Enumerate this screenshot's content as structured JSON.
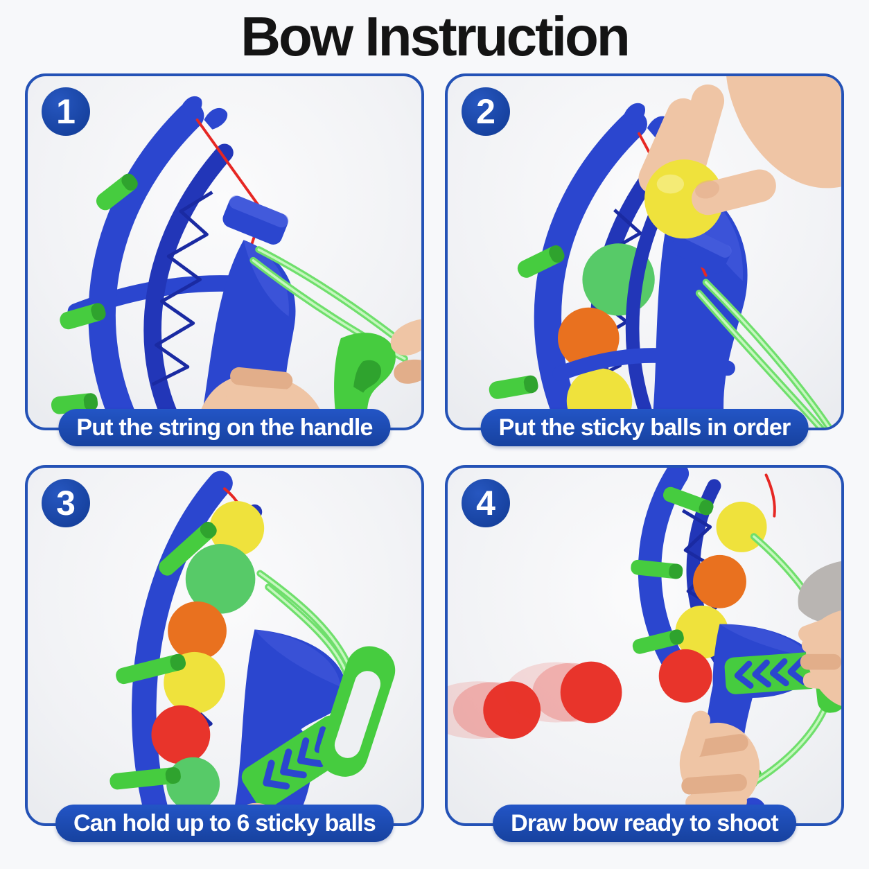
{
  "page_title": "Bow Instruction",
  "steps": [
    {
      "number": "1",
      "caption": "Put the string on the handle",
      "photo_alt": "Hand stretching the green elastic string of the blue toy bow onto the green handle; red string tied at the bow tip"
    },
    {
      "number": "2",
      "caption": "Put the sticky balls in order",
      "photo_alt": "Hand placing a yellow sticky ball into the bow rack already holding green, orange and yellow balls"
    },
    {
      "number": "3",
      "caption": "Can hold up to 6 sticky balls",
      "photo_alt": "Toy bow rack fully loaded with six colorful sticky balls, green pull handle at the side"
    },
    {
      "number": "4",
      "caption": "Draw bow ready to shoot",
      "photo_alt": "Two hands drawing the toy bow while two red sticky balls fly out to the left"
    }
  ],
  "theme": {
    "page-bg": "#f7f8fa",
    "title-color": "#141414",
    "panel-border": "#2452b6",
    "badge-bg": "#16419e",
    "badge-text": "#ffffff",
    "caption-bg": "#17429f",
    "caption-text": "#ffffff",
    "toy-blue": "#2b46cf",
    "toy-blue-dark": "#2236b8",
    "toy-green": "#46cc3f",
    "toy-green-dark": "#2fa32e",
    "cord-green": "#6fdf6c",
    "string-red": "#e62723",
    "ball-yellow": "#efe23c",
    "ball-green": "#57ca68",
    "ball-orange": "#e9711f",
    "ball-red": "#e8342b",
    "skin": "#efc5a5",
    "skin-dark": "#e2ae8a",
    "sleeve-gray": "#b9b5b2"
  }
}
